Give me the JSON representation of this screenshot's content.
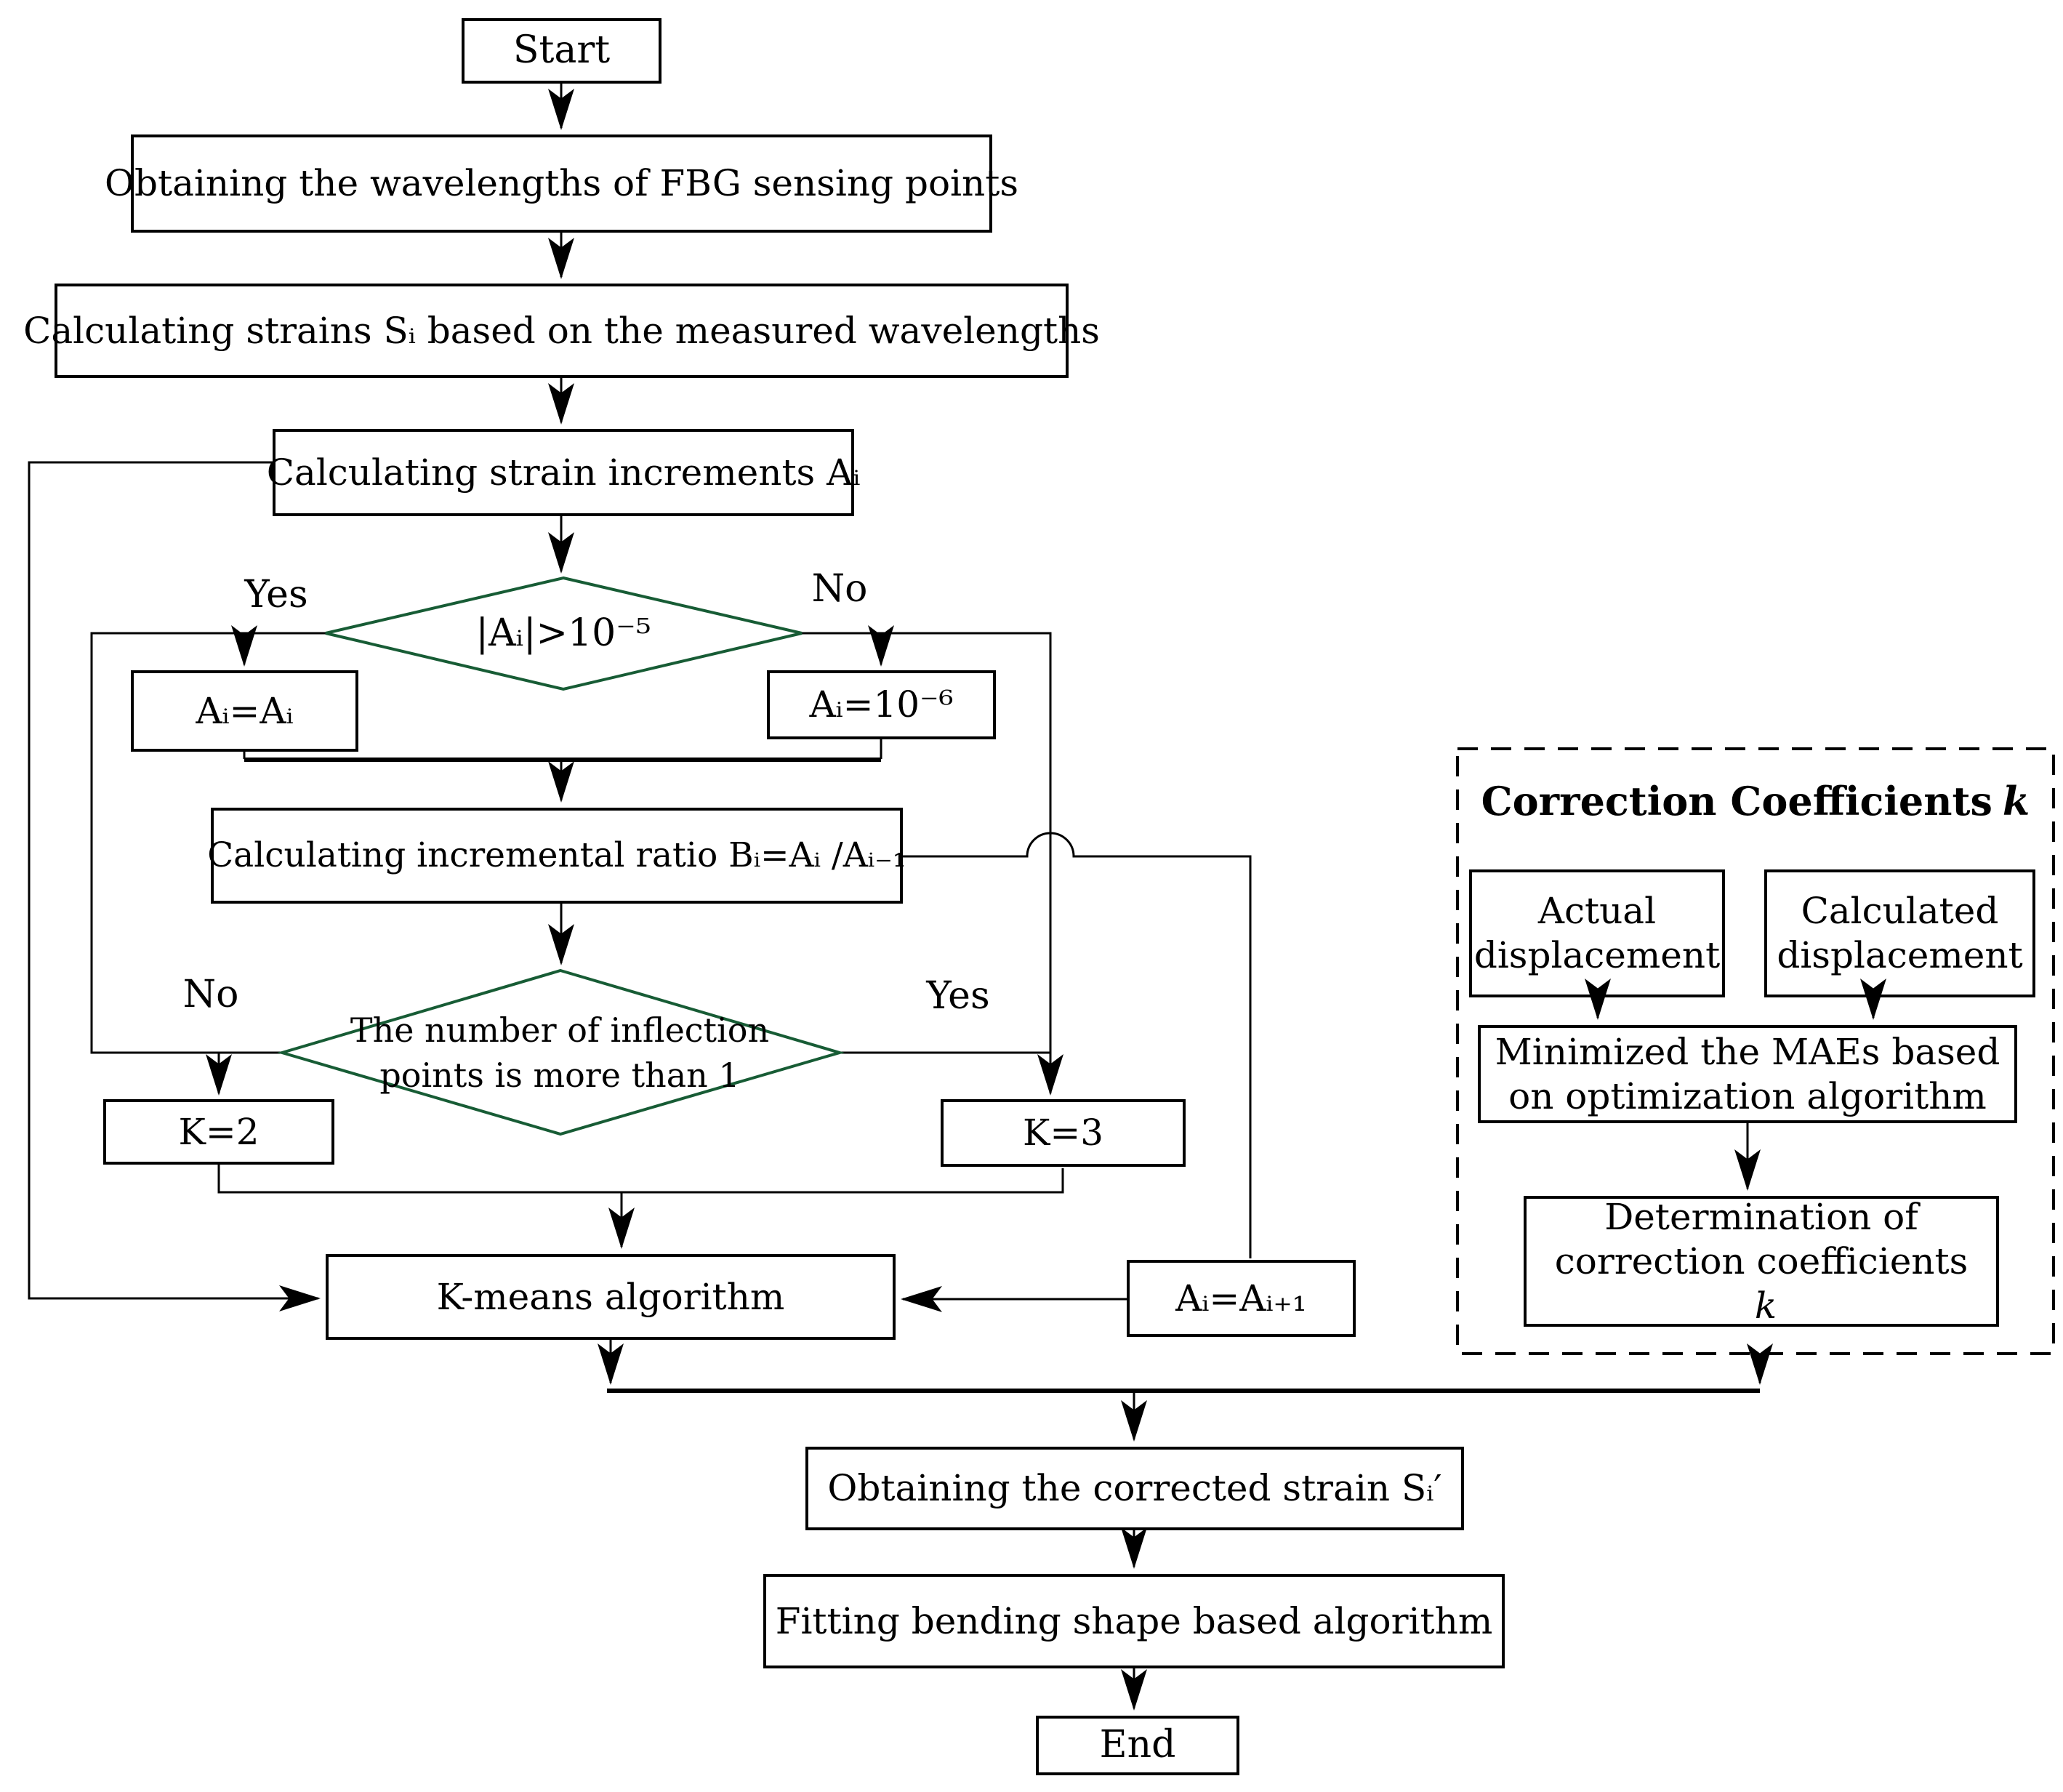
{
  "colors": {
    "background": "#FFFFFF",
    "line": "#000000",
    "decision_stroke": "#175C35",
    "text": "#000000"
  },
  "nodes": {
    "start": {
      "label": "Start"
    },
    "obtain_wavelengths": {
      "label": "Obtaining the wavelengths of FBG sensing points"
    },
    "calc_strains": {
      "label": "Calculating strains Sᵢ based on the measured wavelengths"
    },
    "calc_increments": {
      "label": "Calculating strain increments Aᵢ"
    },
    "decision_threshold": {
      "label": "|Aᵢ|>10⁻⁵",
      "yes_label": "Yes",
      "no_label": "No"
    },
    "assign_keep": {
      "label": "Aᵢ=Aᵢ"
    },
    "assign_floor": {
      "label": "Aᵢ=10⁻⁶"
    },
    "calc_ratio": {
      "label": "Calculating incremental ratio Bᵢ=Aᵢ /Aᵢ₋₁"
    },
    "decision_inflection": {
      "line1": "The number of inflection",
      "line2": "points is more than 1",
      "no_label": "No",
      "yes_label": "Yes"
    },
    "k2": {
      "label": "K=2"
    },
    "k3": {
      "label": "K=3"
    },
    "kmeans": {
      "label": "K-means algorithm"
    },
    "increment_index": {
      "label": "Aᵢ=Aᵢ₊₁"
    },
    "obtain_corrected": {
      "label": "Obtaining the corrected strain Sᵢ′"
    },
    "fitting": {
      "label": "Fitting bending shape based algorithm"
    },
    "end": {
      "label": "End"
    }
  },
  "correction_panel": {
    "title": "Correction Coefficients",
    "title_k": "k",
    "actual": {
      "label": "Actual displacement"
    },
    "calculated": {
      "label": "Calculated displacement"
    },
    "minimized": {
      "line1": "Minimized the MAEs based",
      "line2": "on optimization algorithm"
    },
    "determination": {
      "line1": "Determination of",
      "line2": "correction coefficients",
      "line2_k": "k"
    }
  }
}
